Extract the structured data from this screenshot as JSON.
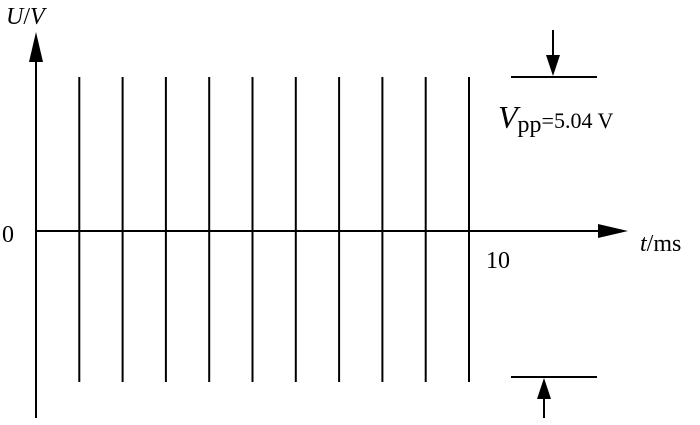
{
  "chart_data": {
    "type": "line",
    "title": "",
    "xlabel": {
      "symbol": "t",
      "unit": "/ms"
    },
    "ylabel": {
      "symbol_u": "U",
      "slash": "/",
      "symbol_v": "V"
    },
    "origin_label": "0",
    "x_tick_labels": [
      {
        "value": 10,
        "text": "10"
      }
    ],
    "xlim": [
      0,
      13.4
    ],
    "ylim": [
      -2.52,
      2.52
    ],
    "waveform": {
      "description_type": "pulse_train",
      "pulse_times_ms": [
        1,
        2,
        3,
        4,
        5,
        6,
        7,
        8,
        9,
        10
      ],
      "high": 2.52,
      "low": -2.52
    },
    "annotation": {
      "main": "V",
      "subscript": "pp",
      "value": "=5.04 V"
    },
    "grid": false,
    "colors": {
      "line": "#000000",
      "background": "#ffffff"
    }
  }
}
